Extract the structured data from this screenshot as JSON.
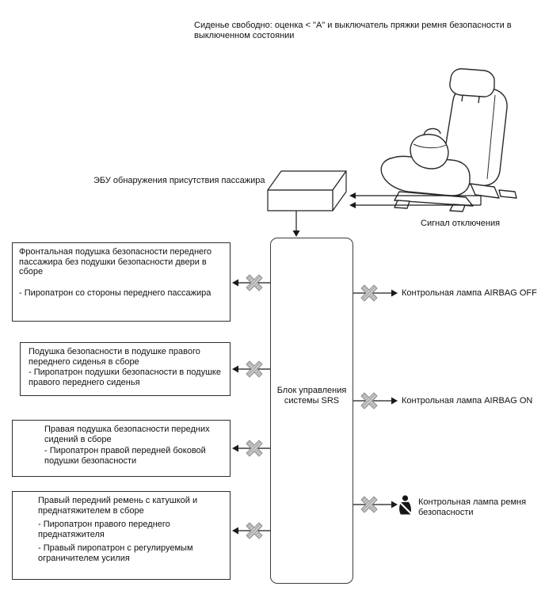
{
  "page": {
    "title": "Сиденье свободно: оценка < \"А\" и выключатель пряжки ремня безопасности в выключенном состоянии"
  },
  "colors": {
    "line": "#1a1a1a",
    "box_border": "#2e2e2e",
    "cross_fill": "#cccccc",
    "cross_edge": "#8f8f8f"
  },
  "ecu": {
    "label": "ЭБУ обнаружения присутствия пассажира"
  },
  "signal": {
    "label": "Сигнал отключения"
  },
  "srs_unit": {
    "label": "Блок управления системы SRS"
  },
  "squib_boxes": [
    {
      "p1": "Фронтальная подушка безопасности переднего пассажира без подушки безопасности двери в сборе",
      "p2": "- Пиропатрон со стороны переднего пассажира"
    },
    {
      "p1": "Подушка безопасности в подушке правого переднего сиденья в сборе",
      "p2": "- Пиропатрон подушки безопасности в подушке правого переднего сиденья"
    },
    {
      "p1": "Правая подушка безопасности передних сидений в сборе",
      "p2": "- Пиропатрон правой передней боковой подушки безопасности"
    },
    {
      "p1": "Правый передний ремень с катушкой и преднатяжителем в сборе",
      "p2": "- Пиропатрон правого переднего преднатяжителя",
      "p3": "- Правый пиропатрон с регулируемым ограничителем усилия"
    }
  ],
  "indicator_labels": [
    {
      "label": "Контрольная лампа AIRBAG OFF"
    },
    {
      "label": "Контрольная лампа AIRBAG ON"
    },
    {
      "label": "Контрольная лампа ремня безопасности"
    }
  ]
}
